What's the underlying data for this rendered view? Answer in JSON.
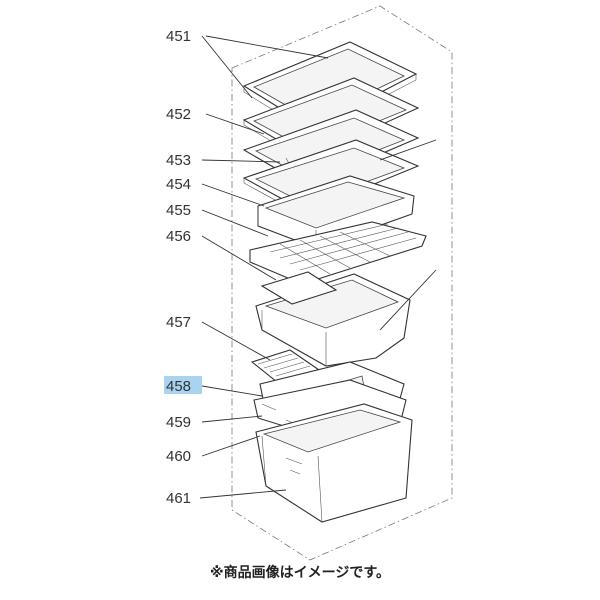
{
  "diagram": {
    "callouts": [
      {
        "id": "451",
        "label": "451"
      },
      {
        "id": "452",
        "label": "452"
      },
      {
        "id": "453",
        "label": "453"
      },
      {
        "id": "454",
        "label": "454"
      },
      {
        "id": "455",
        "label": "455"
      },
      {
        "id": "456",
        "label": "456"
      },
      {
        "id": "457",
        "label": "457"
      },
      {
        "id": "458",
        "label": "458",
        "highlighted": true
      },
      {
        "id": "459",
        "label": "459"
      },
      {
        "id": "460",
        "label": "460"
      },
      {
        "id": "461",
        "label": "461"
      }
    ],
    "highlight_color": "#a8d4f0"
  },
  "footnote": "※商品画像はイメージです。"
}
